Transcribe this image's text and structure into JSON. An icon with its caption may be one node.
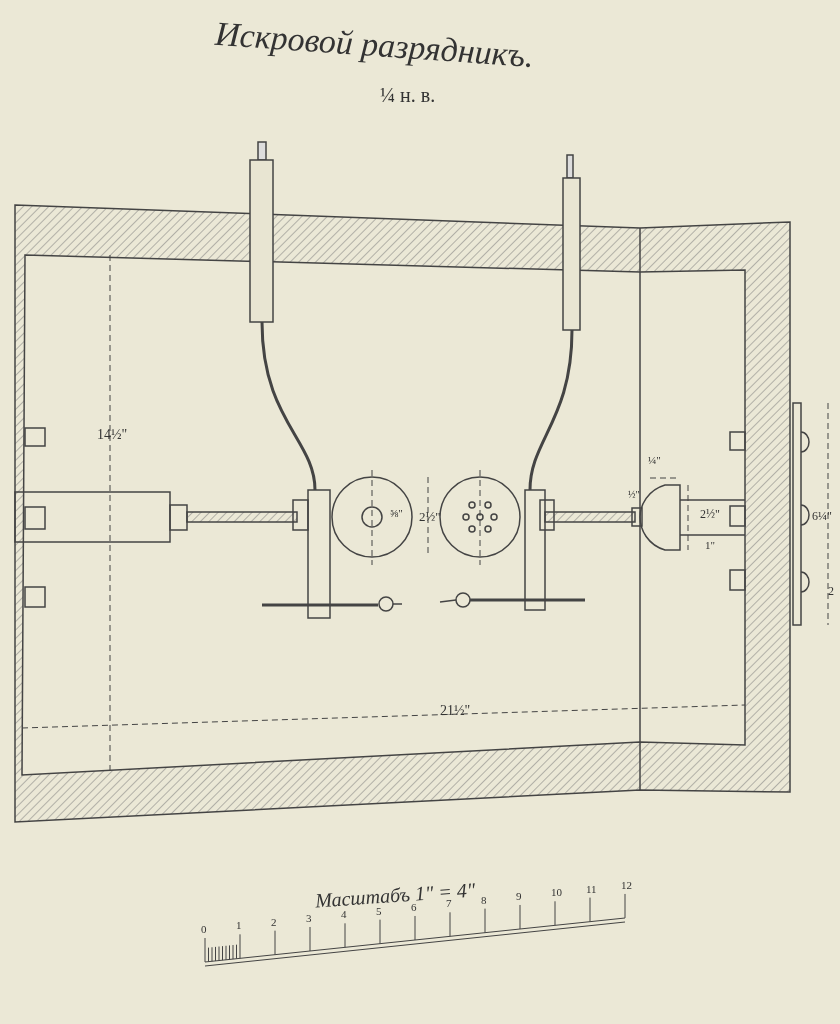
{
  "diagram": {
    "title": "Искровой разрядникъ.",
    "labels": [
      "¼ н. в.",
      "14½\"",
      "¼\"",
      "⅝\"",
      "2½\"",
      "½\"",
      "2½\"",
      "6¼\"",
      "1\"",
      "2",
      "21½\"",
      "Масштабъ 1\" = 4\"",
      "0",
      "1",
      "2",
      "3",
      "4",
      "5",
      "6",
      "7",
      "8",
      "9",
      "10",
      "11",
      "12"
    ]
  }
}
